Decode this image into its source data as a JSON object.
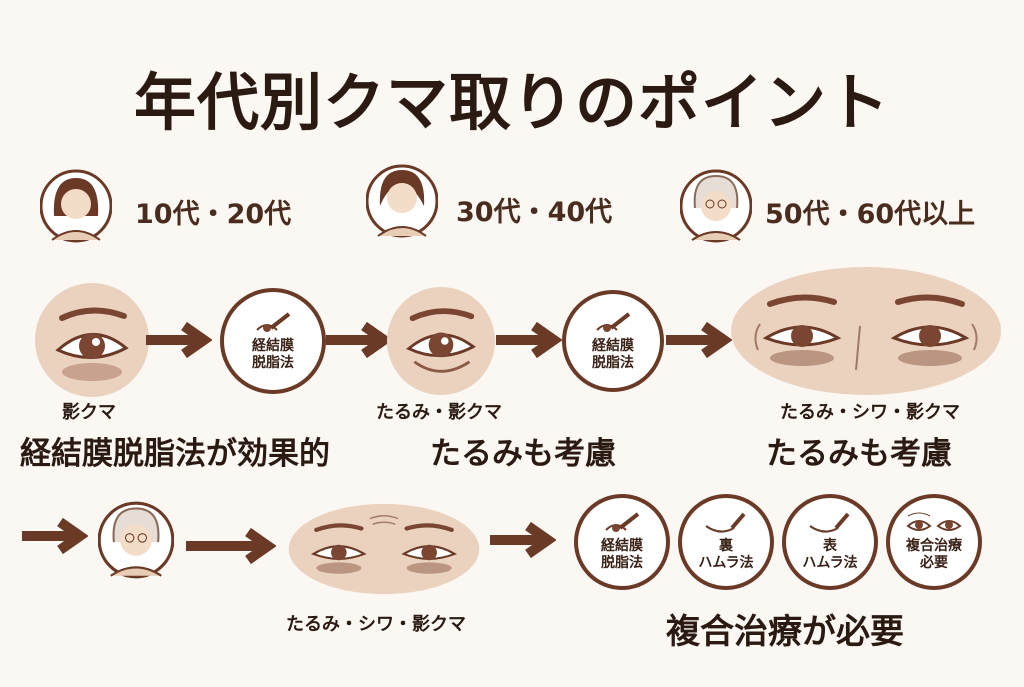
{
  "title": "年代別クマ取りのポイント",
  "ages": [
    {
      "label": "10代・20代"
    },
    {
      "label": "30代・40代"
    },
    {
      "label": "50代・60代以上"
    }
  ],
  "row1": {
    "step1": {
      "condition": "影クマ",
      "tool": [
        "経結膜",
        "脱脂法"
      ],
      "summary": "経結膜脱脂法が効果的"
    },
    "step2": {
      "condition": "たるみ・影クマ",
      "tool": [
        "経結膜",
        "脱脂法"
      ],
      "summary": "たるみも考慮"
    },
    "step3": {
      "condition": "たるみ・シワ・影クマ",
      "summary": "たるみも考慮"
    }
  },
  "row2": {
    "condition": "たるみ・シワ・影クマ",
    "treatments": [
      [
        "経結膜",
        "脱脂法"
      ],
      [
        "裏",
        "ハムラ法"
      ],
      [
        "表",
        "ハムラ法"
      ],
      [
        "複合治療",
        "必要"
      ]
    ],
    "summary": "複合治療が必要"
  },
  "colors": {
    "brown": "#6b3a26",
    "skin": "#ead2bf",
    "background": "#fbf8f3"
  }
}
